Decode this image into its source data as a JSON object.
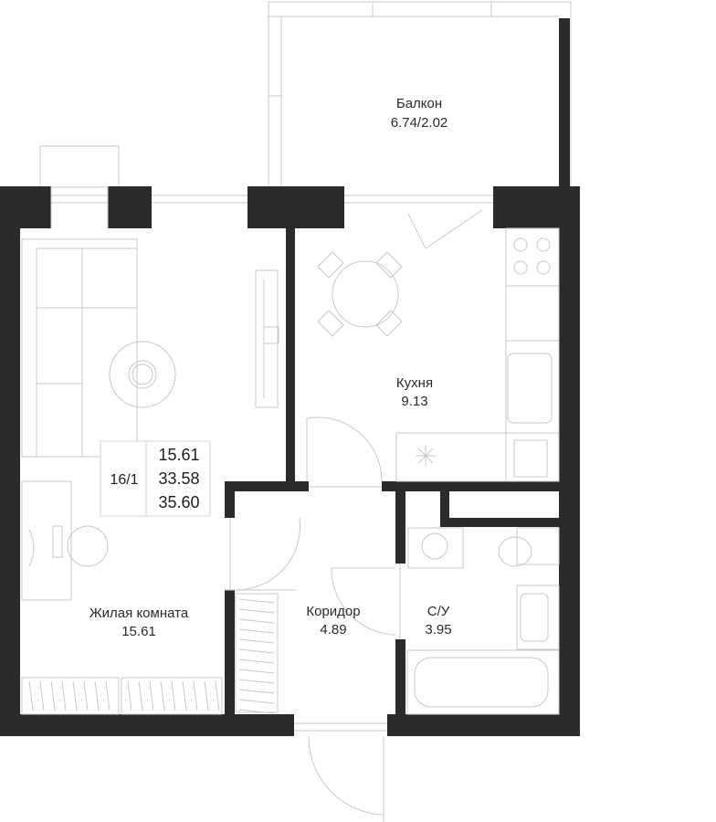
{
  "rooms": {
    "balcony": {
      "name": "Балкон",
      "area": "6.74/2.02"
    },
    "kitchen": {
      "name": "Кухня",
      "area": "9.13"
    },
    "living": {
      "name": "Жилая комната",
      "area": "15.61"
    },
    "corridor": {
      "name": "Коридор",
      "area": "4.89"
    },
    "bathroom": {
      "name": "С/У",
      "area": "3.95"
    }
  },
  "summary": {
    "apartment_number": "16/1",
    "living_area": "15.61",
    "total_area": "33.58",
    "total_with_balcony": "35.60"
  },
  "colors": {
    "wall": "#2b2b2e",
    "furniture_line": "#c8c8c8",
    "text": "#2a2a2a"
  }
}
